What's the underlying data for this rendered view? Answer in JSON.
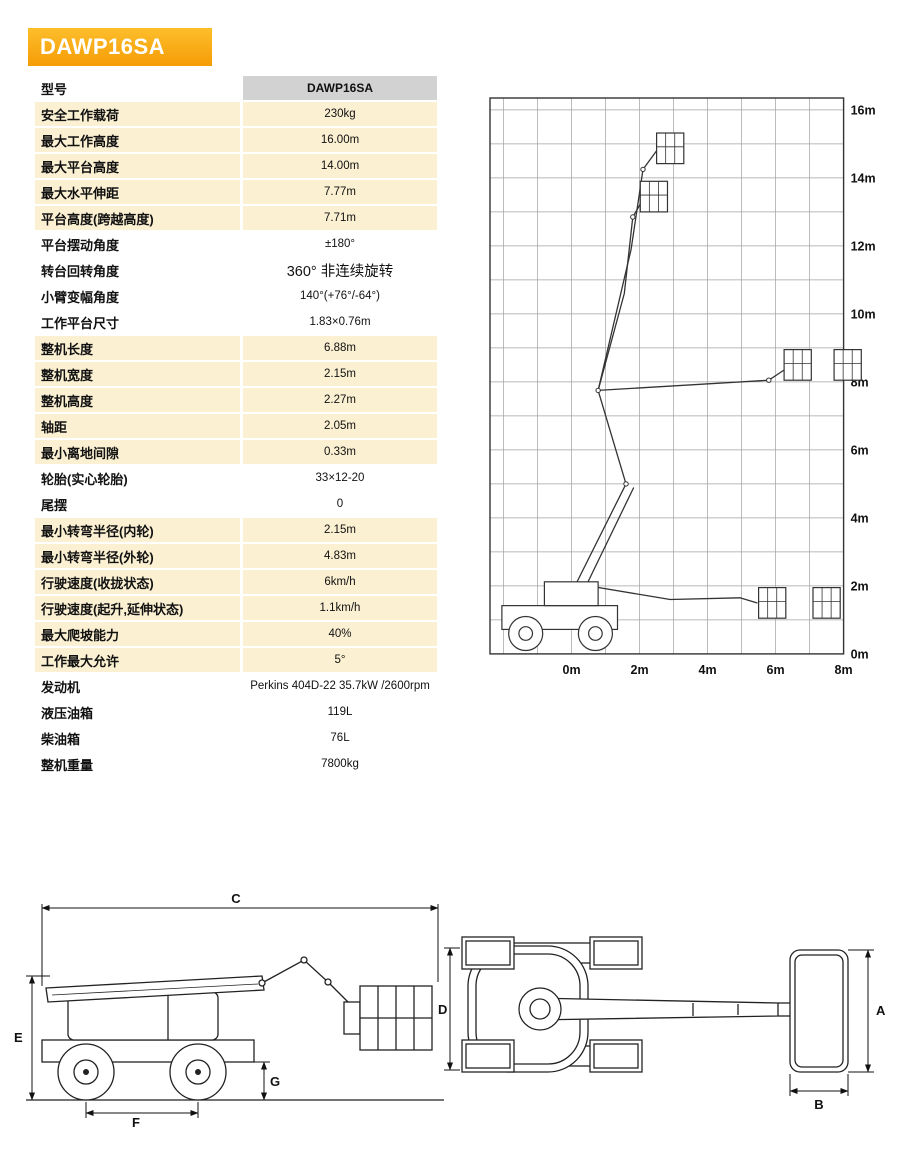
{
  "page": {
    "model_badge": "DAWP16SA"
  },
  "colors": {
    "badge_orange": "#F7A11B",
    "row_cream": "#FBF0D2",
    "header_cell_gray": "#D2D2D2"
  },
  "spec_table": {
    "header": {
      "label": "型号",
      "value": "DAWP16SA"
    },
    "groups": [
      {
        "shade": "cream",
        "rows": [
          {
            "label": "安全工作载荷",
            "value": "230kg"
          },
          {
            "label": "最大工作高度",
            "value": "16.00m"
          },
          {
            "label": "最大平台高度",
            "value": "14.00m"
          },
          {
            "label": "最大水平伸距",
            "value": "7.77m"
          },
          {
            "label": "平台高度(跨越高度)",
            "value": "7.71m"
          }
        ]
      },
      {
        "shade": "white",
        "rows": [
          {
            "label": "平台摆动角度",
            "value": "±180°"
          },
          {
            "label": "转台回转角度",
            "value": "360° 非连续旋转",
            "big": true
          },
          {
            "label": "小臂变幅角度",
            "value": "140°(+76°/-64°)"
          },
          {
            "label": "工作平台尺寸",
            "value": "1.83×0.76m"
          }
        ]
      },
      {
        "shade": "cream",
        "rows": [
          {
            "label": "整机长度",
            "value": "6.88m"
          },
          {
            "label": "整机宽度",
            "value": "2.15m"
          },
          {
            "label": "整机高度",
            "value": "2.27m"
          },
          {
            "label": "轴距",
            "value": "2.05m"
          },
          {
            "label": "最小离地间隙",
            "value": "0.33m"
          }
        ]
      },
      {
        "shade": "white",
        "rows": [
          {
            "label": "轮胎(实心轮胎)",
            "value": "33×12-20"
          },
          {
            "label": "尾摆",
            "value": "0"
          }
        ]
      },
      {
        "shade": "cream",
        "rows": [
          {
            "label": "最小转弯半径(内轮)",
            "value": "2.15m"
          },
          {
            "label": "最小转弯半径(外轮)",
            "value": "4.83m"
          },
          {
            "label": "行驶速度(收拢状态)",
            "value": "6km/h"
          },
          {
            "label": "行驶速度(起升,延伸状态)",
            "value": "1.1km/h"
          },
          {
            "label": "最大爬坡能力",
            "value": "40%"
          },
          {
            "label": "工作最大允许",
            "value": "5°"
          }
        ]
      },
      {
        "shade": "white",
        "rows": [
          {
            "label": "发动机",
            "value": "Perkins 404D-22 35.7kW /2600rpm"
          },
          {
            "label": "液压油箱",
            "value": "119L"
          },
          {
            "label": "柴油箱",
            "value": "76L"
          },
          {
            "label": "整机重量",
            "value": "7800kg"
          }
        ]
      }
    ]
  },
  "envelope_chart": {
    "type": "working-envelope-grid",
    "x_axis_unit": "m",
    "y_axis_unit": "m",
    "x_ticks": [
      {
        "v": 0,
        "label": "0m"
      },
      {
        "v": 2,
        "label": "2m"
      },
      {
        "v": 4,
        "label": "4m"
      },
      {
        "v": 6,
        "label": "6m"
      },
      {
        "v": 8,
        "label": "8m"
      }
    ],
    "y_ticks": [
      {
        "v": 16,
        "label": "16m"
      },
      {
        "v": 14,
        "label": "14m"
      },
      {
        "v": 12,
        "label": "12m"
      },
      {
        "v": 10,
        "label": "10m"
      },
      {
        "v": 8,
        "label": "8m"
      },
      {
        "v": 6,
        "label": "6m"
      },
      {
        "v": 4,
        "label": "4m"
      },
      {
        "v": 2,
        "label": "2m"
      },
      {
        "v": 0,
        "label": "0m"
      }
    ],
    "x_range_m": [
      -2.4,
      8
    ],
    "y_range_m": [
      0,
      16
    ],
    "grid_step_m": 1,
    "max_platform_height_m": 14,
    "max_outreach_m": 7.77
  },
  "dimension_drawings": {
    "side_view": {
      "overall_length": "C",
      "overall_height": "E",
      "wheelbase": "F",
      "ground_clearance": "G"
    },
    "rear_view": {
      "overall_width": "D",
      "platform_height": "A",
      "platform_width": "B"
    }
  }
}
